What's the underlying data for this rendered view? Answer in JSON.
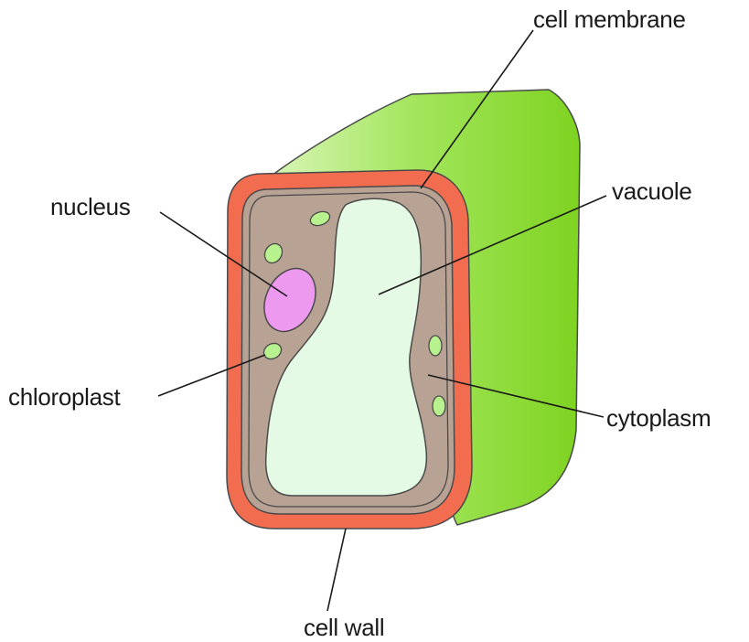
{
  "diagram": {
    "labels": {
      "cell_membrane": "cell membrane",
      "nucleus": "nucleus",
      "vacuole": "vacuole",
      "chloroplast": "chloroplast",
      "cytoplasm": "cytoplasm",
      "cell_wall": "cell wall"
    },
    "colors": {
      "side_wall_green": "#7ED321",
      "side_wall_light": "#D8F5B6",
      "cell_wall_orange": "#F26C4F",
      "cytoplasm_brown": "#B8A294",
      "vacuole_pale_green": "#E4FAE4",
      "nucleus_pink": "#EE99F0",
      "chloroplast_green": "#B8F28F",
      "outline": "#4a4a4a",
      "leader_line": "#1a1a1a"
    }
  }
}
